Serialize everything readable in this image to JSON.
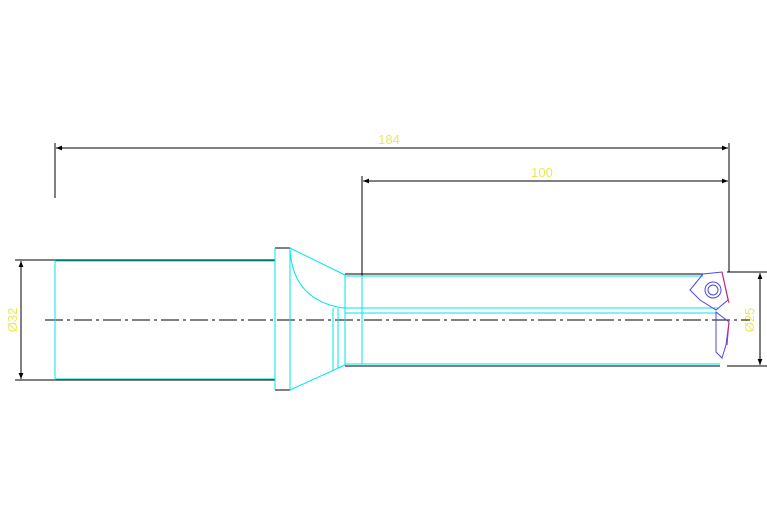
{
  "dimensions": {
    "overall_length": "184",
    "flute_length": "100",
    "shank_diameter": "Ø32",
    "cutting_diameter": "Ø25"
  },
  "colors": {
    "dimension_text": "#e8e85a",
    "outline": "#00e5ee",
    "lines": "#000000",
    "insert": "#4a4ae0",
    "insert_edge": "#d0207a"
  }
}
